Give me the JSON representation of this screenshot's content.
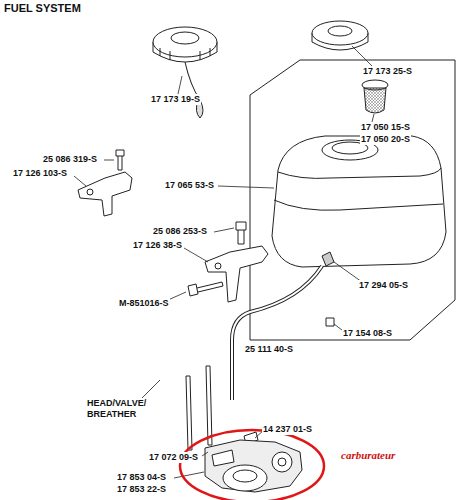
{
  "diagram": {
    "title": "FUEL SYSTEM",
    "labels": [
      "17 173 19-S",
      "17 173 25-S",
      "17 050 15-S",
      "17 050 20-S",
      "25 086 319-S",
      "17 126 103-S",
      "17 065 53-S",
      "25 086 253-S",
      "17 126 38-S",
      "M-851016-S",
      "17 294 05-S",
      "17 154 08-S",
      "25 111 40-S",
      "HEAD/VALVE/ BREATHER",
      "14 237 01-S",
      "17 072 09-S",
      "carburateur",
      "17 853 04-S",
      "17 853 22-S"
    ]
  }
}
